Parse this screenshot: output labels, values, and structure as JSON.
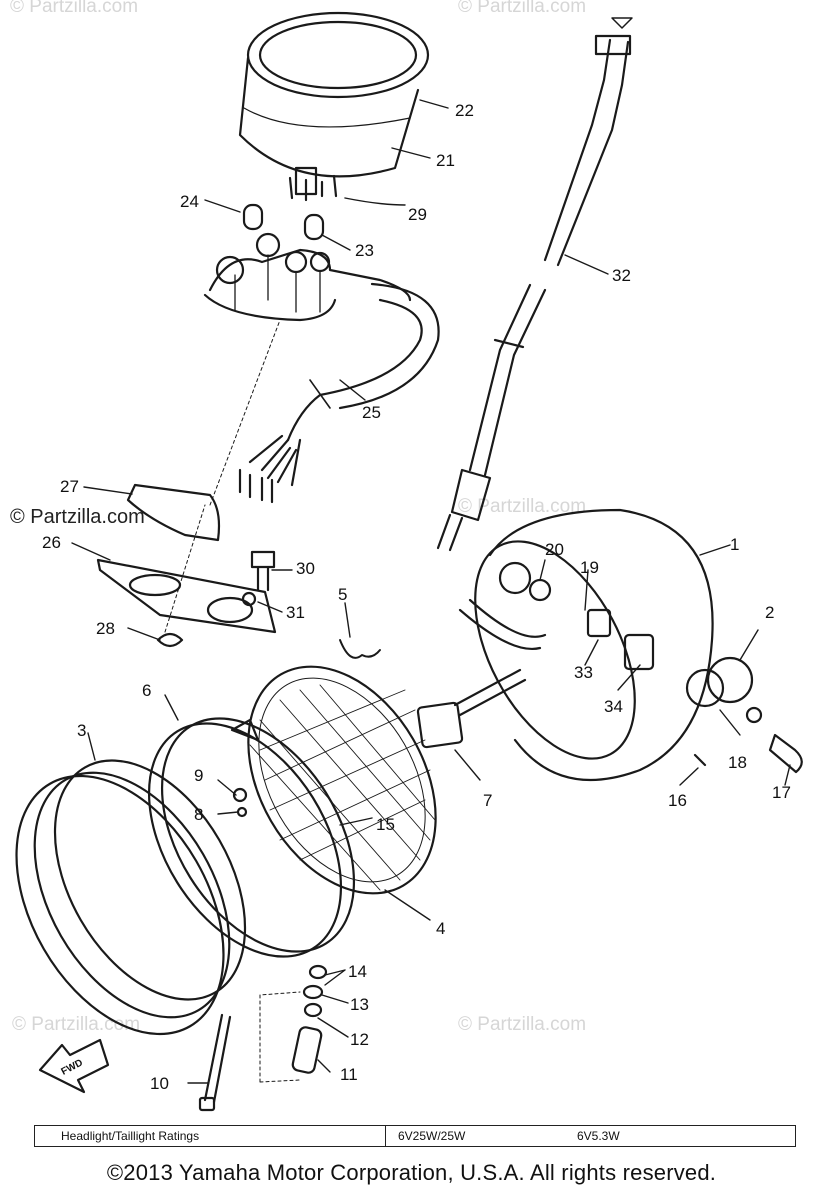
{
  "watermarks": {
    "partzilla": "© Partzilla.com"
  },
  "callouts": [
    {
      "id": "1",
      "label": "1"
    },
    {
      "id": "2",
      "label": "2"
    },
    {
      "id": "3",
      "label": "3"
    },
    {
      "id": "4",
      "label": "4"
    },
    {
      "id": "5",
      "label": "5"
    },
    {
      "id": "6",
      "label": "6"
    },
    {
      "id": "7",
      "label": "7"
    },
    {
      "id": "8",
      "label": "8"
    },
    {
      "id": "9",
      "label": "9"
    },
    {
      "id": "10",
      "label": "10"
    },
    {
      "id": "11",
      "label": "11"
    },
    {
      "id": "12",
      "label": "12"
    },
    {
      "id": "13",
      "label": "13"
    },
    {
      "id": "14",
      "label": "14"
    },
    {
      "id": "15",
      "label": "15"
    },
    {
      "id": "16",
      "label": "16"
    },
    {
      "id": "17",
      "label": "17"
    },
    {
      "id": "18",
      "label": "18"
    },
    {
      "id": "19",
      "label": "19"
    },
    {
      "id": "20",
      "label": "20"
    },
    {
      "id": "21",
      "label": "21"
    },
    {
      "id": "22",
      "label": "22"
    },
    {
      "id": "23",
      "label": "23"
    },
    {
      "id": "24",
      "label": "24"
    },
    {
      "id": "25",
      "label": "25"
    },
    {
      "id": "26",
      "label": "26"
    },
    {
      "id": "27",
      "label": "27"
    },
    {
      "id": "28",
      "label": "28"
    },
    {
      "id": "29",
      "label": "29"
    },
    {
      "id": "30",
      "label": "30"
    },
    {
      "id": "31",
      "label": "31"
    },
    {
      "id": "32",
      "label": "32"
    },
    {
      "id": "33",
      "label": "33"
    },
    {
      "id": "34",
      "label": "34"
    }
  ],
  "fwd_label": "FWD",
  "ratings_table": {
    "label": "Headlight/Taillight Ratings",
    "headlight": "6V25W/25W",
    "taillight": "6V5.3W"
  },
  "copyright": "©2013 Yamaha Motor Corporation, U.S.A. All rights reserved."
}
